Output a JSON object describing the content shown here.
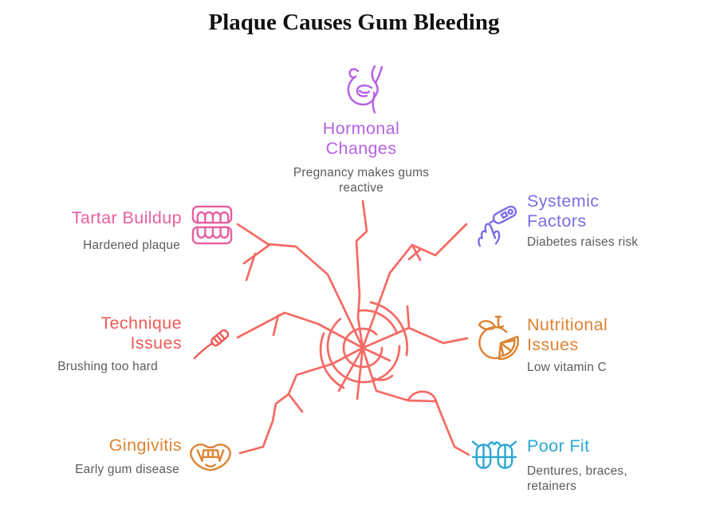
{
  "title": "Plaque Causes Gum Bleeding",
  "colors": {
    "title_text": "#111111",
    "description_text": "#5c5c5c",
    "web": "#f56a64",
    "hormonal": "#b763e5",
    "tartar": "#e75fa0",
    "systemic": "#7a6ee6",
    "technique": "#ed5a57",
    "nutritional": "#dd8434",
    "gingivitis": "#dd8434",
    "poorfit": "#2ba7d6"
  },
  "nodes": {
    "hormonal": {
      "label": "Hormonal Changes",
      "description": "Pregnancy makes gums reactive",
      "icon": "pregnant-woman-icon"
    },
    "tartar": {
      "label": "Tartar Buildup",
      "description": "Hardened plaque",
      "icon": "dentures-icon"
    },
    "systemic": {
      "label": "Systemic Factors",
      "description": "Diabetes raises risk",
      "icon": "glucose-meter-icon"
    },
    "technique": {
      "label": "Technique Issues",
      "description": "Brushing too hard",
      "icon": "toothbrush-icon"
    },
    "nutritional": {
      "label": "Nutritional Issues",
      "description": "Low vitamin C",
      "icon": "orange-fruit-icon"
    },
    "gingivitis": {
      "label": "Gingivitis",
      "description": "Early gum disease",
      "icon": "mouth-icon"
    },
    "poorfit": {
      "label": "Poor Fit",
      "description": "Dentures, braces, retainers",
      "icon": "braces-icon"
    }
  }
}
